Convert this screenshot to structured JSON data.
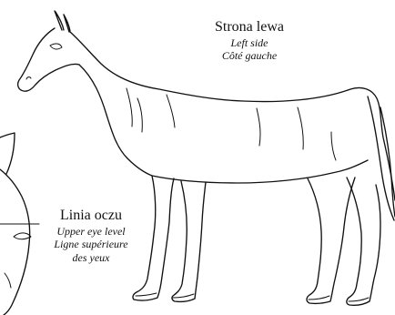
{
  "labels": {
    "left_side": {
      "title": "Strona lewa",
      "line_2": "Left side",
      "line_3": "Côté gauche"
    },
    "eye_level": {
      "title": "Linia oczu",
      "line_2": "Upper eye level",
      "line_3": "Ligne supérieure",
      "line_4": "des yeux"
    }
  },
  "colors": {
    "ink": "#111111",
    "background": "#ffffff"
  }
}
